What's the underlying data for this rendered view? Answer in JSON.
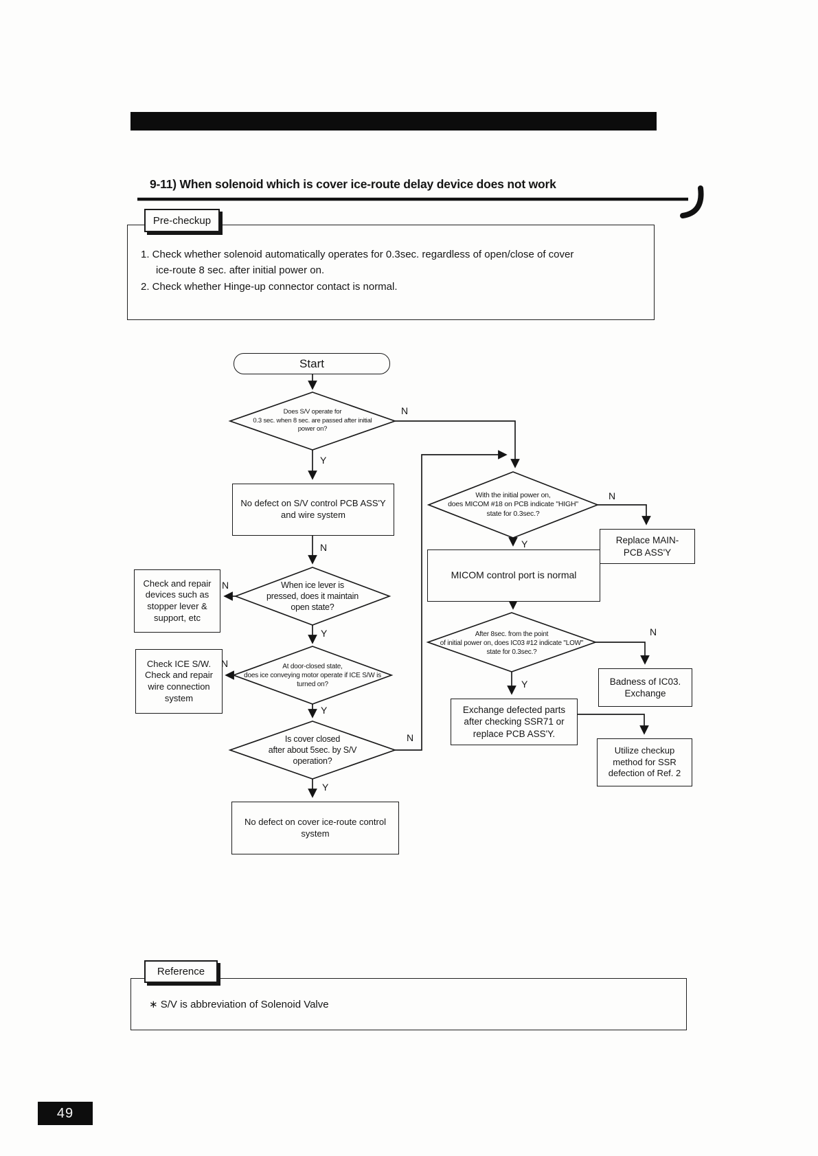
{
  "page_number": "49",
  "title": "9-11) When solenoid which is cover ice-route delay device does not work",
  "pre_checkup": {
    "tab": "Pre-checkup",
    "items": [
      "1. Check whether solenoid  automatically operates  for 0.3sec. regardless of open/close of  cover\nice-route 8 sec. after  initial power on.",
      "2. Check whether Hinge-up connector contact is normal."
    ]
  },
  "labels": {
    "yes": "Y",
    "no": "N"
  },
  "flowchart": {
    "start": "Start",
    "d1": "Does S/V operate for\n0.3 sec. when 8 sec. are passed after initial\npower on?",
    "p1": "No defect on S/V control PCB ASS'Y\nand wire system",
    "d2": "When ice lever is\npressed, does it maintain\nopen state?",
    "p2": "Check and repair\ndevices such as\nstopper lever &\nsupport, etc",
    "d3": "At door-closed state,\ndoes ice conveying  motor operate if ICE S/W is\nturned on?",
    "p3": "Check  ICE S/W.\nCheck and repair\nwire connection\nsystem",
    "d4": "Is  cover closed\nafter about 5sec. by  S/V\noperation?",
    "p4": "No defect on cover ice-route control\nsystem",
    "d5": "With the initial power on,\ndoes MICOM #18 on PCB indicate \"HIGH\"\nstate for 0.3sec.?",
    "p5": "Replace  MAIN-\nPCB ASS'Y",
    "p6": "MICOM control port is normal",
    "d6": "After 8sec. from the point\nof initial power on,  does IC03 #12 indicate \"LOW\"\nstate for 0.3sec.?",
    "p7": "Badness of IC03.\nExchange",
    "p8": "Exchange defected parts\nafter checking SSR71 or\nreplace PCB ASS'Y.",
    "p9": "Utilize checkup\nmethod for SSR\ndefection of Ref. 2"
  },
  "reference": {
    "tab": "Reference",
    "note": "∗ S/V is  abbreviation of Solenoid Valve"
  }
}
